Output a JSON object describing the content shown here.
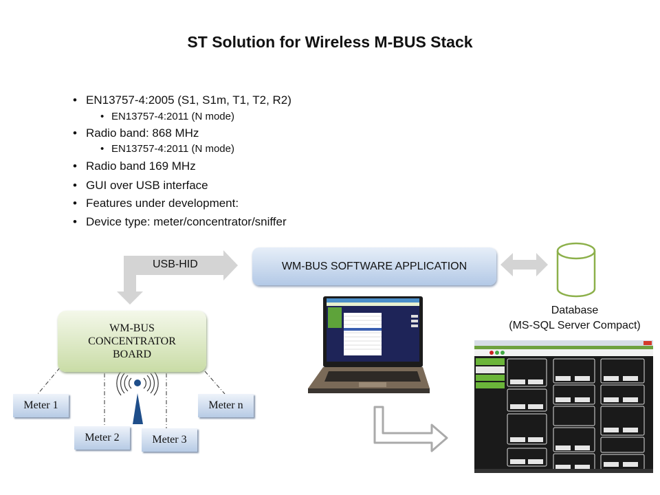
{
  "title": "ST Solution for Wireless M-BUS Stack",
  "bullets": [
    {
      "level": 1,
      "text": "EN13757-4:2005 (S1, S1m, T1, T2, R2)"
    },
    {
      "level": 2,
      "text": "EN13757-4:2011 (N mode)"
    },
    {
      "level": 1,
      "text": "Radio band:  868 MHz"
    },
    {
      "level": 2,
      "text": "EN13757-4:2011 (N mode)"
    },
    {
      "level": 1,
      "text": "Radio band  169 MHz"
    },
    {
      "level": 1,
      "text": "GUI over USB interface"
    },
    {
      "level": 1,
      "text": "Features under development:"
    },
    {
      "level": 1,
      "text": "Device type: meter/concentrator/sniffer"
    }
  ],
  "diagram": {
    "usb_label": "USB-HID",
    "app_label": "WM-BUS SOFTWARE APPLICATION",
    "concentrator": [
      "WM-BUS",
      "CONCENTRATOR",
      "BOARD"
    ],
    "meters": [
      "Meter 1",
      "Meter 2",
      "Meter 3",
      "Meter n"
    ],
    "database": {
      "line1": "Database",
      "line2": "(MS-SQL Server Compact)"
    },
    "colors": {
      "app_box": "#b3c9e6",
      "concentrator_box": "#c9dca6",
      "meter_box": "#b7cbe5",
      "database_stroke": "#8cb04a",
      "arrow": "#d4d4d4",
      "antenna": "#1f4e8a"
    }
  }
}
